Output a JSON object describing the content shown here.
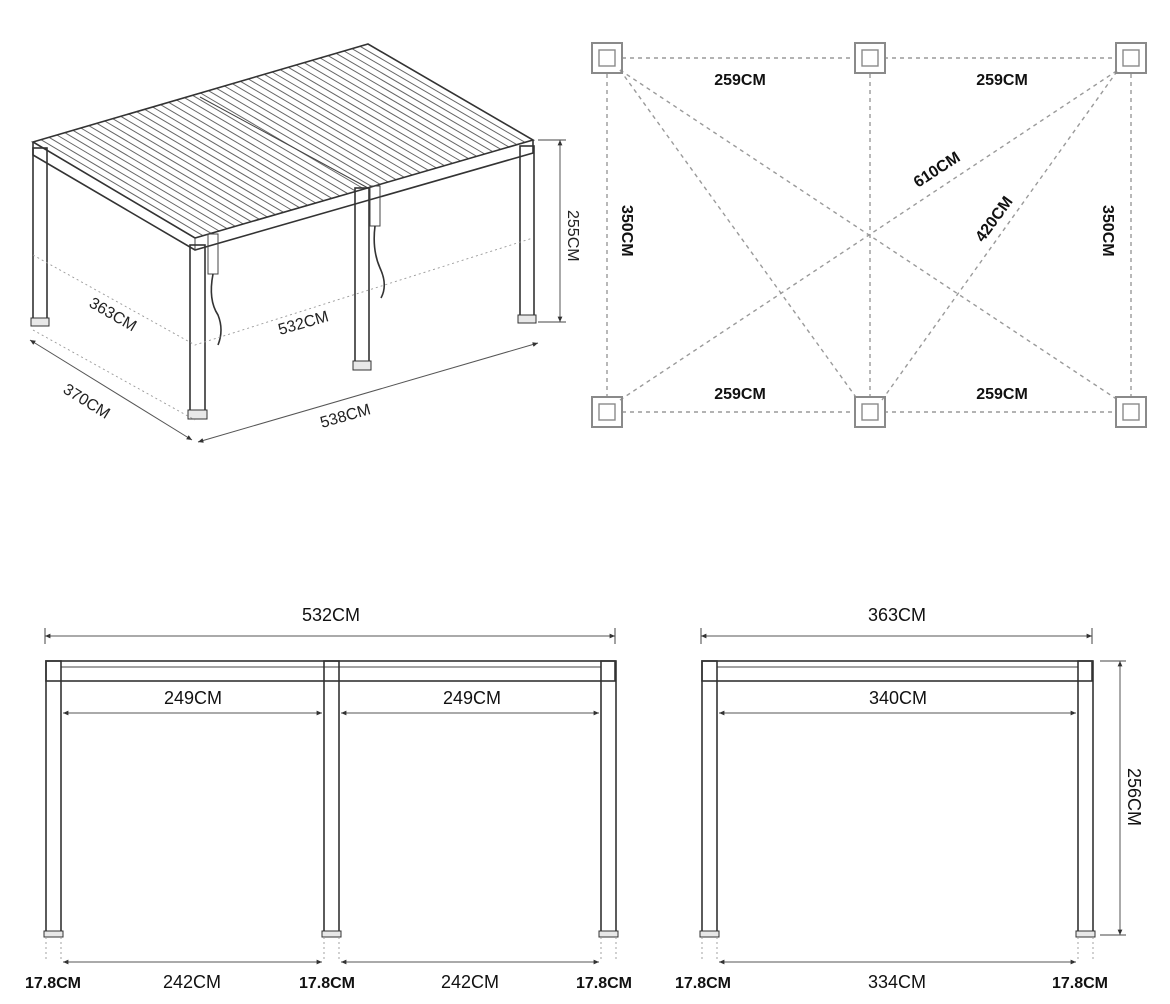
{
  "iso_view": {
    "height": "255CM",
    "roof_depth": "363CM",
    "roof_width": "532CM",
    "base_depth": "370CM",
    "base_width": "538CM"
  },
  "plan_view": {
    "top_left_span": "259CM",
    "top_right_span": "259CM",
    "bottom_left_span": "259CM",
    "bottom_right_span": "259CM",
    "left_depth": "350CM",
    "right_depth": "350CM",
    "diagonal_full": "610CM",
    "diagonal_half": "420CM"
  },
  "front_view": {
    "overall_width": "532CM",
    "bay_left_inner": "249CM",
    "bay_right_inner": "249CM",
    "post_left": "17.8CM",
    "gap_left": "242CM",
    "post_middle": "17.8CM",
    "gap_right": "242CM",
    "post_right": "17.8CM"
  },
  "side_view": {
    "overall_width": "363CM",
    "inner_width": "340CM",
    "height": "256CM",
    "post_left": "17.8CM",
    "gap": "334CM",
    "post_right": "17.8CM"
  }
}
